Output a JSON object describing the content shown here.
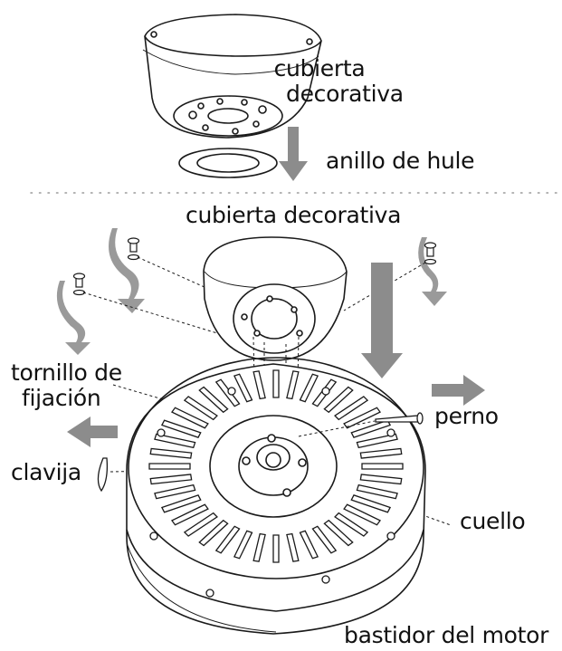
{
  "labels": {
    "top_cover_line1": "cubierta",
    "top_cover_line2": "decorativa",
    "rubber_ring": "anillo de hule",
    "cover_title": "cubierta decorativa",
    "set_screw_line1": "tornillo de",
    "set_screw_line2": "fijación",
    "bolt": "perno",
    "pin": "clavija",
    "collar": "cuello",
    "motor_housing": "bastidor del motor"
  },
  "colors": {
    "line": "#1a1a1a",
    "arrow": "#8c8c8c",
    "dotted": "#9a9a9a"
  }
}
